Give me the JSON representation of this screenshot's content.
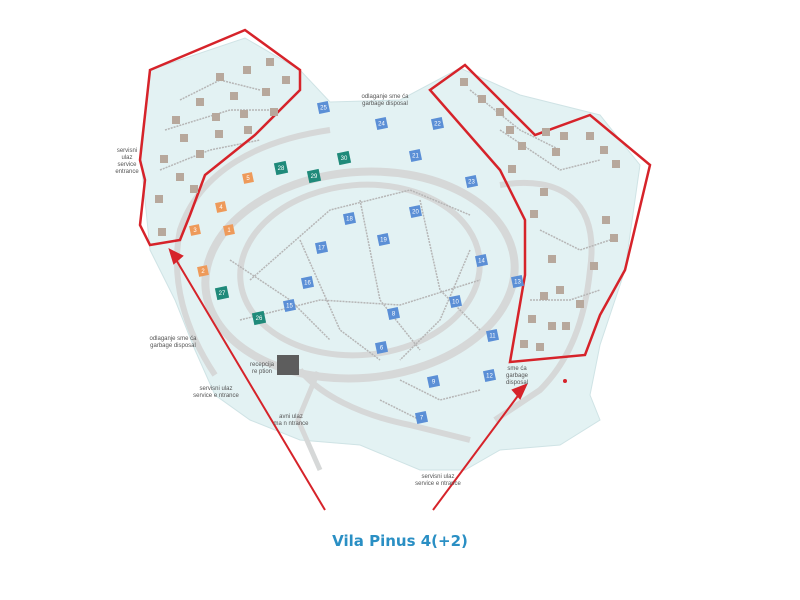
{
  "map": {
    "caption": "Vila Pinus 4(+2)",
    "colors": {
      "land": "#e3f2f3",
      "road": "#d6d8d8",
      "path": "#b6b6b6",
      "blue_villa": "#5b8fd6",
      "green_villa": "#1f8a7a",
      "orange_villa": "#ee9a5a",
      "grey_villa": "#b7a89c",
      "highlight": "#d6232a",
      "caption": "#2a8fc4"
    },
    "labels": {
      "service_entrance_left": [
        "servisni",
        "ulaz",
        "service",
        "entrance"
      ],
      "garbage_top": [
        "odlaganje sme    ća",
        "garbage disposal"
      ],
      "garbage_left": [
        "odlaganje sme   ća",
        "garbage disposal"
      ],
      "garbage_right": [
        "sme   ća",
        "garbage",
        "disposal"
      ],
      "reception": [
        "recepcija",
        "re   ption"
      ],
      "service_entrance_bottom_left": [
        "servisni ulaz",
        "service e   ntrance"
      ],
      "main_entrance": [
        "avni ulaz",
        "ma   n ntrance"
      ],
      "service_entrance_bottom_right": [
        "servisni ulaz",
        "service e   ntrance"
      ]
    },
    "villas": {
      "blue": [
        "25",
        "24",
        "22",
        "21",
        "23",
        "20",
        "19",
        "18",
        "17",
        "16",
        "15",
        "14",
        "13",
        "10",
        "11",
        "12",
        "9",
        "8",
        "7",
        "6"
      ],
      "green": [
        "28",
        "29",
        "30",
        "27",
        "26"
      ],
      "orange": [
        "5",
        "4",
        "3",
        "1",
        "2"
      ]
    }
  }
}
